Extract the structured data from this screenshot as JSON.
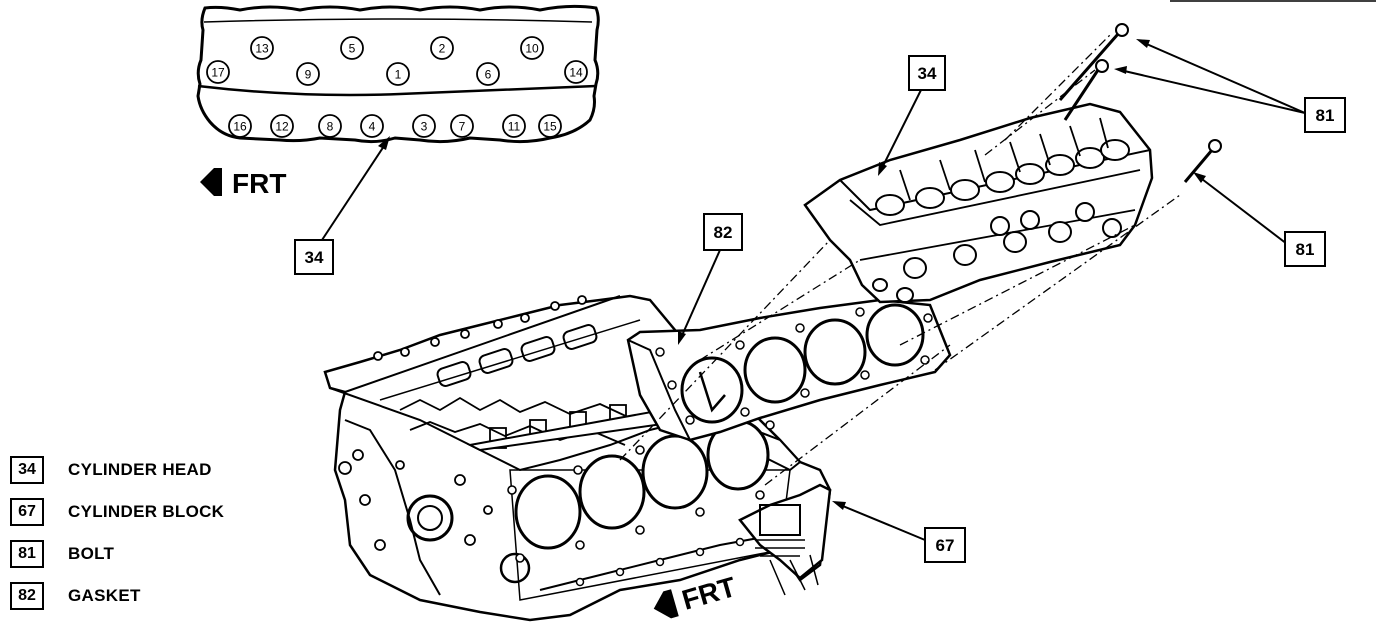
{
  "sequence": {
    "bolt_numbers_top": [
      "17",
      "13",
      "9",
      "5",
      "1",
      "2",
      "6",
      "10",
      "14"
    ],
    "bolt_numbers_bottom": [
      "16",
      "12",
      "8",
      "4",
      "3",
      "7",
      "11",
      "15"
    ]
  },
  "callouts": {
    "c34_sequence": "34",
    "c34_head": "34",
    "c82": "82",
    "c81_upper": "81",
    "c81_lower": "81",
    "c67": "67"
  },
  "frt": {
    "top": "FRT",
    "bottom": "FRT"
  },
  "legend": [
    {
      "code": "34",
      "label": "CYLINDER HEAD"
    },
    {
      "code": "67",
      "label": "CYLINDER BLOCK"
    },
    {
      "code": "81",
      "label": "BOLT"
    },
    {
      "code": "82",
      "label": "GASKET"
    }
  ]
}
